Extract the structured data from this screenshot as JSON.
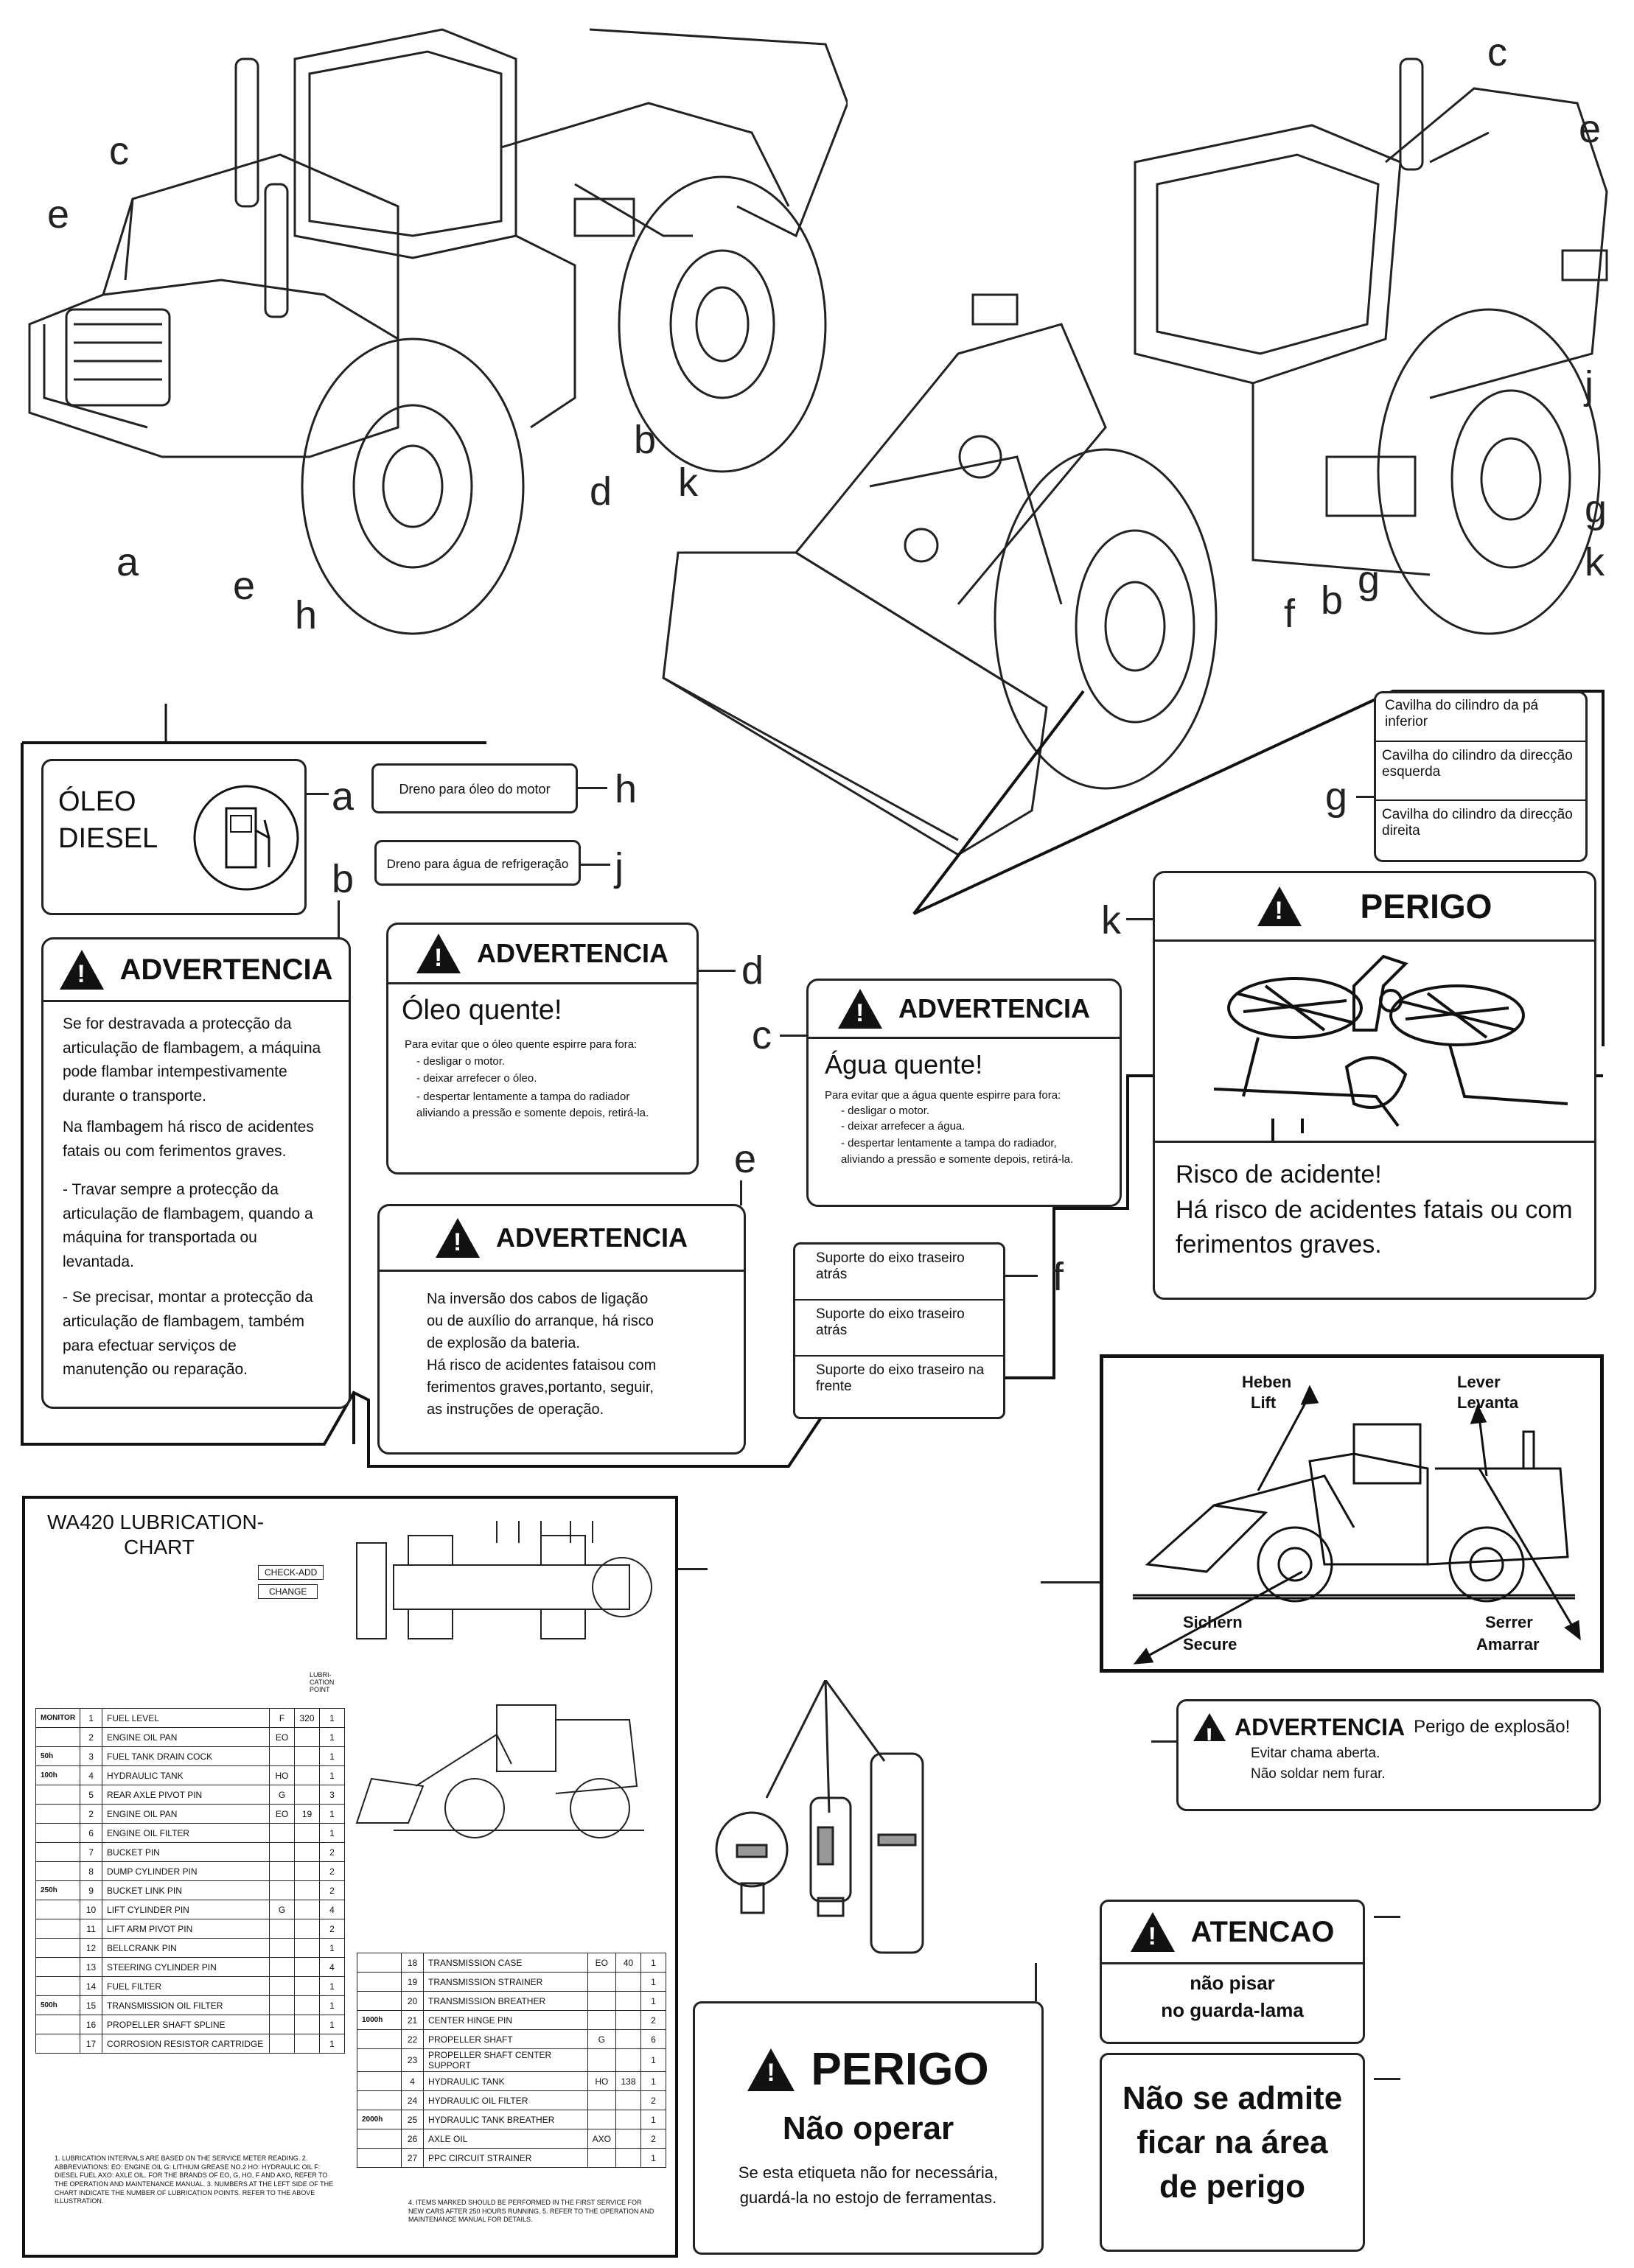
{
  "callouts": {
    "a": "a",
    "b": "b",
    "c": "c",
    "d": "d",
    "e": "e",
    "f": "f",
    "g": "g",
    "h": "h",
    "j": "j",
    "k": "k"
  },
  "label_a": {
    "line1": "ÓLEO",
    "line2": "DIESEL"
  },
  "label_h": "Dreno para óleo do motor",
  "label_j": "Dreno para água de refrigeração",
  "label_g": [
    "Cavilha do cilindro da pá inferior",
    "Cavilha do cilindro da direcção esquerda",
    "Cavilha do cilindro da direcção direita"
  ],
  "label_b": {
    "title": "ADVERTENCIA",
    "p1": "Se for destravada a protecção da articulação de flambagem, a máquina pode flambar intempestivamente durante o transporte.",
    "p2": "Na flambagem há risco de acidentes fatais ou com ferimentos graves.",
    "p3": "- Travar sempre a protecção da articulação de flambagem, quando a máquina for transportada ou levantada.",
    "p4": "- Se precisar, montar a protecção da articulação de flambagem, também para efectuar serviços de manutenção ou reparação."
  },
  "label_d": {
    "title": "ADVERTENCIA",
    "heading": "Óleo quente!",
    "intro": "Para evitar que o óleo quente espirre para fora:",
    "items": [
      "- desligar o motor.",
      "- deixar arrefecer o óleo.",
      "- despertar lentamente a tampa do radiador aliviando a pressão e somente depois, retirá-la."
    ]
  },
  "label_c": {
    "title": "ADVERTENCIA",
    "heading": "Água quente!",
    "intro": "Para evitar que a água quente espirre para fora:",
    "items": [
      "- desligar o motor.",
      "- deixar arrefecer a água.",
      "- despertar lentamente a tampa do radiador, aliviando a pressão e somente depois, retirá-la."
    ]
  },
  "label_e": {
    "title": "ADVERTENCIA",
    "text": [
      "Na inversão dos cabos de ligação",
      "ou de auxílio do arranque, há risco",
      "de explosão da bateria.",
      "Há risco de acidentes fataisou com",
      "ferimentos graves,portanto, seguir,",
      "as instruções de operação."
    ]
  },
  "label_f": [
    "Suporte do eixo traseiro atrás",
    "Suporte do eixo traseiro atrás",
    "Suporte do eixo traseiro na frente"
  ],
  "label_k": {
    "title": "PERIGO",
    "text": [
      "Risco de acidente!",
      "Há risco de acidentes fatais ou com",
      "ferimentos graves."
    ]
  },
  "lift_secure": {
    "heben": "Heben",
    "lift": "Lift",
    "lever": "Lever",
    "levanta": "Levanta",
    "sichern": "Sichern",
    "secure": "Secure",
    "serrer": "Serrer",
    "amarrar": "Amarrar"
  },
  "explosion": {
    "title": "ADVERTENCIA",
    "subtitle": "Perigo de explosão!",
    "line1": "Evitar chama aberta.",
    "line2": "Não soldar nem furar."
  },
  "atencao": {
    "title": "ATENCAO",
    "line1": "não pisar",
    "line2": "no guarda-lama"
  },
  "perigo_operar": {
    "title": "PERIGO",
    "heading": "Não operar",
    "line1": "Se esta etiqueta não for necessária,",
    "line2": "guardá-la no estojo de ferramentas."
  },
  "nao_admite": {
    "line1": "Não se admite",
    "line2": "ficar na área",
    "line3": "de perigo"
  },
  "lub": {
    "title1": "WA420 LUBRICATION-",
    "title2": "CHART",
    "check_add": "CHECK-ADD",
    "change": "CHANGE",
    "lube_point": "LUBRI-CATION POINT",
    "rows_left": [
      {
        "interval": "MONITOR",
        "no": "1",
        "item": "FUEL LEVEL",
        "type": "F",
        "qty": "320",
        "pts": "1"
      },
      {
        "interval": "",
        "no": "2",
        "item": "ENGINE OIL PAN",
        "type": "EO",
        "qty": "",
        "pts": "1"
      },
      {
        "interval": "50h",
        "no": "3",
        "item": "FUEL TANK DRAIN COCK",
        "type": "",
        "qty": "",
        "pts": "1"
      },
      {
        "interval": "100h",
        "no": "4",
        "item": "HYDRAULIC TANK",
        "type": "HO",
        "qty": "",
        "pts": "1"
      },
      {
        "interval": "",
        "no": "5",
        "item": "REAR AXLE PIVOT PIN",
        "type": "G",
        "qty": "",
        "pts": "3"
      },
      {
        "interval": "",
        "no": "2",
        "item": "ENGINE OIL PAN",
        "type": "EO",
        "qty": "19",
        "pts": "1"
      },
      {
        "interval": "",
        "no": "6",
        "item": "ENGINE OIL FILTER",
        "type": "",
        "qty": "",
        "pts": "1"
      },
      {
        "interval": "",
        "no": "7",
        "item": "BUCKET PIN",
        "type": "",
        "qty": "",
        "pts": "2"
      },
      {
        "interval": "",
        "no": "8",
        "item": "DUMP CYLINDER PIN",
        "type": "",
        "qty": "",
        "pts": "2"
      },
      {
        "interval": "250h",
        "no": "9",
        "item": "BUCKET LINK PIN",
        "type": "",
        "qty": "",
        "pts": "2"
      },
      {
        "interval": "",
        "no": "10",
        "item": "LIFT CYLINDER PIN",
        "type": "G",
        "qty": "",
        "pts": "4"
      },
      {
        "interval": "",
        "no": "11",
        "item": "LIFT ARM PIVOT PIN",
        "type": "",
        "qty": "",
        "pts": "2"
      },
      {
        "interval": "",
        "no": "12",
        "item": "BELLCRANK PIN",
        "type": "",
        "qty": "",
        "pts": "1"
      },
      {
        "interval": "",
        "no": "13",
        "item": "STEERING CYLINDER PIN",
        "type": "",
        "qty": "",
        "pts": "4"
      },
      {
        "interval": "",
        "no": "14",
        "item": "FUEL FILTER",
        "type": "",
        "qty": "",
        "pts": "1"
      },
      {
        "interval": "500h",
        "no": "15",
        "item": "TRANSMISSION OIL FILTER",
        "type": "",
        "qty": "",
        "pts": "1"
      },
      {
        "interval": "",
        "no": "16",
        "item": "PROPELLER SHAFT SPLINE",
        "type": "",
        "qty": "",
        "pts": "1"
      },
      {
        "interval": "",
        "no": "17",
        "item": "CORROSION RESISTOR CARTRIDGE",
        "type": "",
        "qty": "",
        "pts": "1"
      }
    ],
    "rows_right": [
      {
        "interval": "",
        "no": "18",
        "item": "TRANSMISSION CASE",
        "type": "EO",
        "qty": "40",
        "pts": "1"
      },
      {
        "interval": "",
        "no": "19",
        "item": "TRANSMISSION STRAINER",
        "type": "",
        "qty": "",
        "pts": "1"
      },
      {
        "interval": "",
        "no": "20",
        "item": "TRANSMISSION BREATHER",
        "type": "",
        "qty": "",
        "pts": "1"
      },
      {
        "interval": "1000h",
        "no": "21",
        "item": "CENTER HINGE PIN",
        "type": "",
        "qty": "",
        "pts": "2"
      },
      {
        "interval": "",
        "no": "22",
        "item": "PROPELLER SHAFT",
        "type": "G",
        "qty": "",
        "pts": "6"
      },
      {
        "interval": "",
        "no": "23",
        "item": "PROPELLER SHAFT CENTER SUPPORT",
        "type": "",
        "qty": "",
        "pts": "1"
      },
      {
        "interval": "",
        "no": "4",
        "item": "HYDRAULIC TANK",
        "type": "HO",
        "qty": "138",
        "pts": "1"
      },
      {
        "interval": "",
        "no": "24",
        "item": "HYDRAULIC OIL FILTER",
        "type": "",
        "qty": "",
        "pts": "2"
      },
      {
        "interval": "2000h",
        "no": "25",
        "item": "HYDRAULIC TANK BREATHER",
        "type": "",
        "qty": "",
        "pts": "1"
      },
      {
        "interval": "",
        "no": "26",
        "item": "AXLE OIL",
        "type": "AXO",
        "qty": "",
        "pts": "2"
      },
      {
        "interval": "",
        "no": "27",
        "item": "PPC CIRCUIT STRAINER",
        "type": "",
        "qty": "",
        "pts": "1"
      }
    ],
    "notes_left": "1. LUBRICATION INTERVALS ARE BASED ON THE SERVICE METER READING. 2. ABBREVIATIONS: EO: ENGINE OIL  G: LITHIUM GREASE NO.2  HO: HYDRAULIC OIL  F: DIESEL FUEL  AXO: AXLE OIL. FOR THE BRANDS OF EO, G, HO, F AND AXO, REFER TO THE OPERATION AND MAINTENANCE MANUAL. 3. NUMBERS AT THE LEFT SIDE OF THE CHART INDICATE THE NUMBER OF LUBRICATION POINTS. REFER TO THE ABOVE ILLUSTRATION.",
    "notes_right": "4. ITEMS MARKED SHOULD BE PERFORMED IN THE FIRST SERVICE FOR NEW CARS AFTER 250 HOURS RUNNING. 5. REFER TO THE OPERATION AND MAINTENANCE MANUAL FOR DETAILS."
  }
}
